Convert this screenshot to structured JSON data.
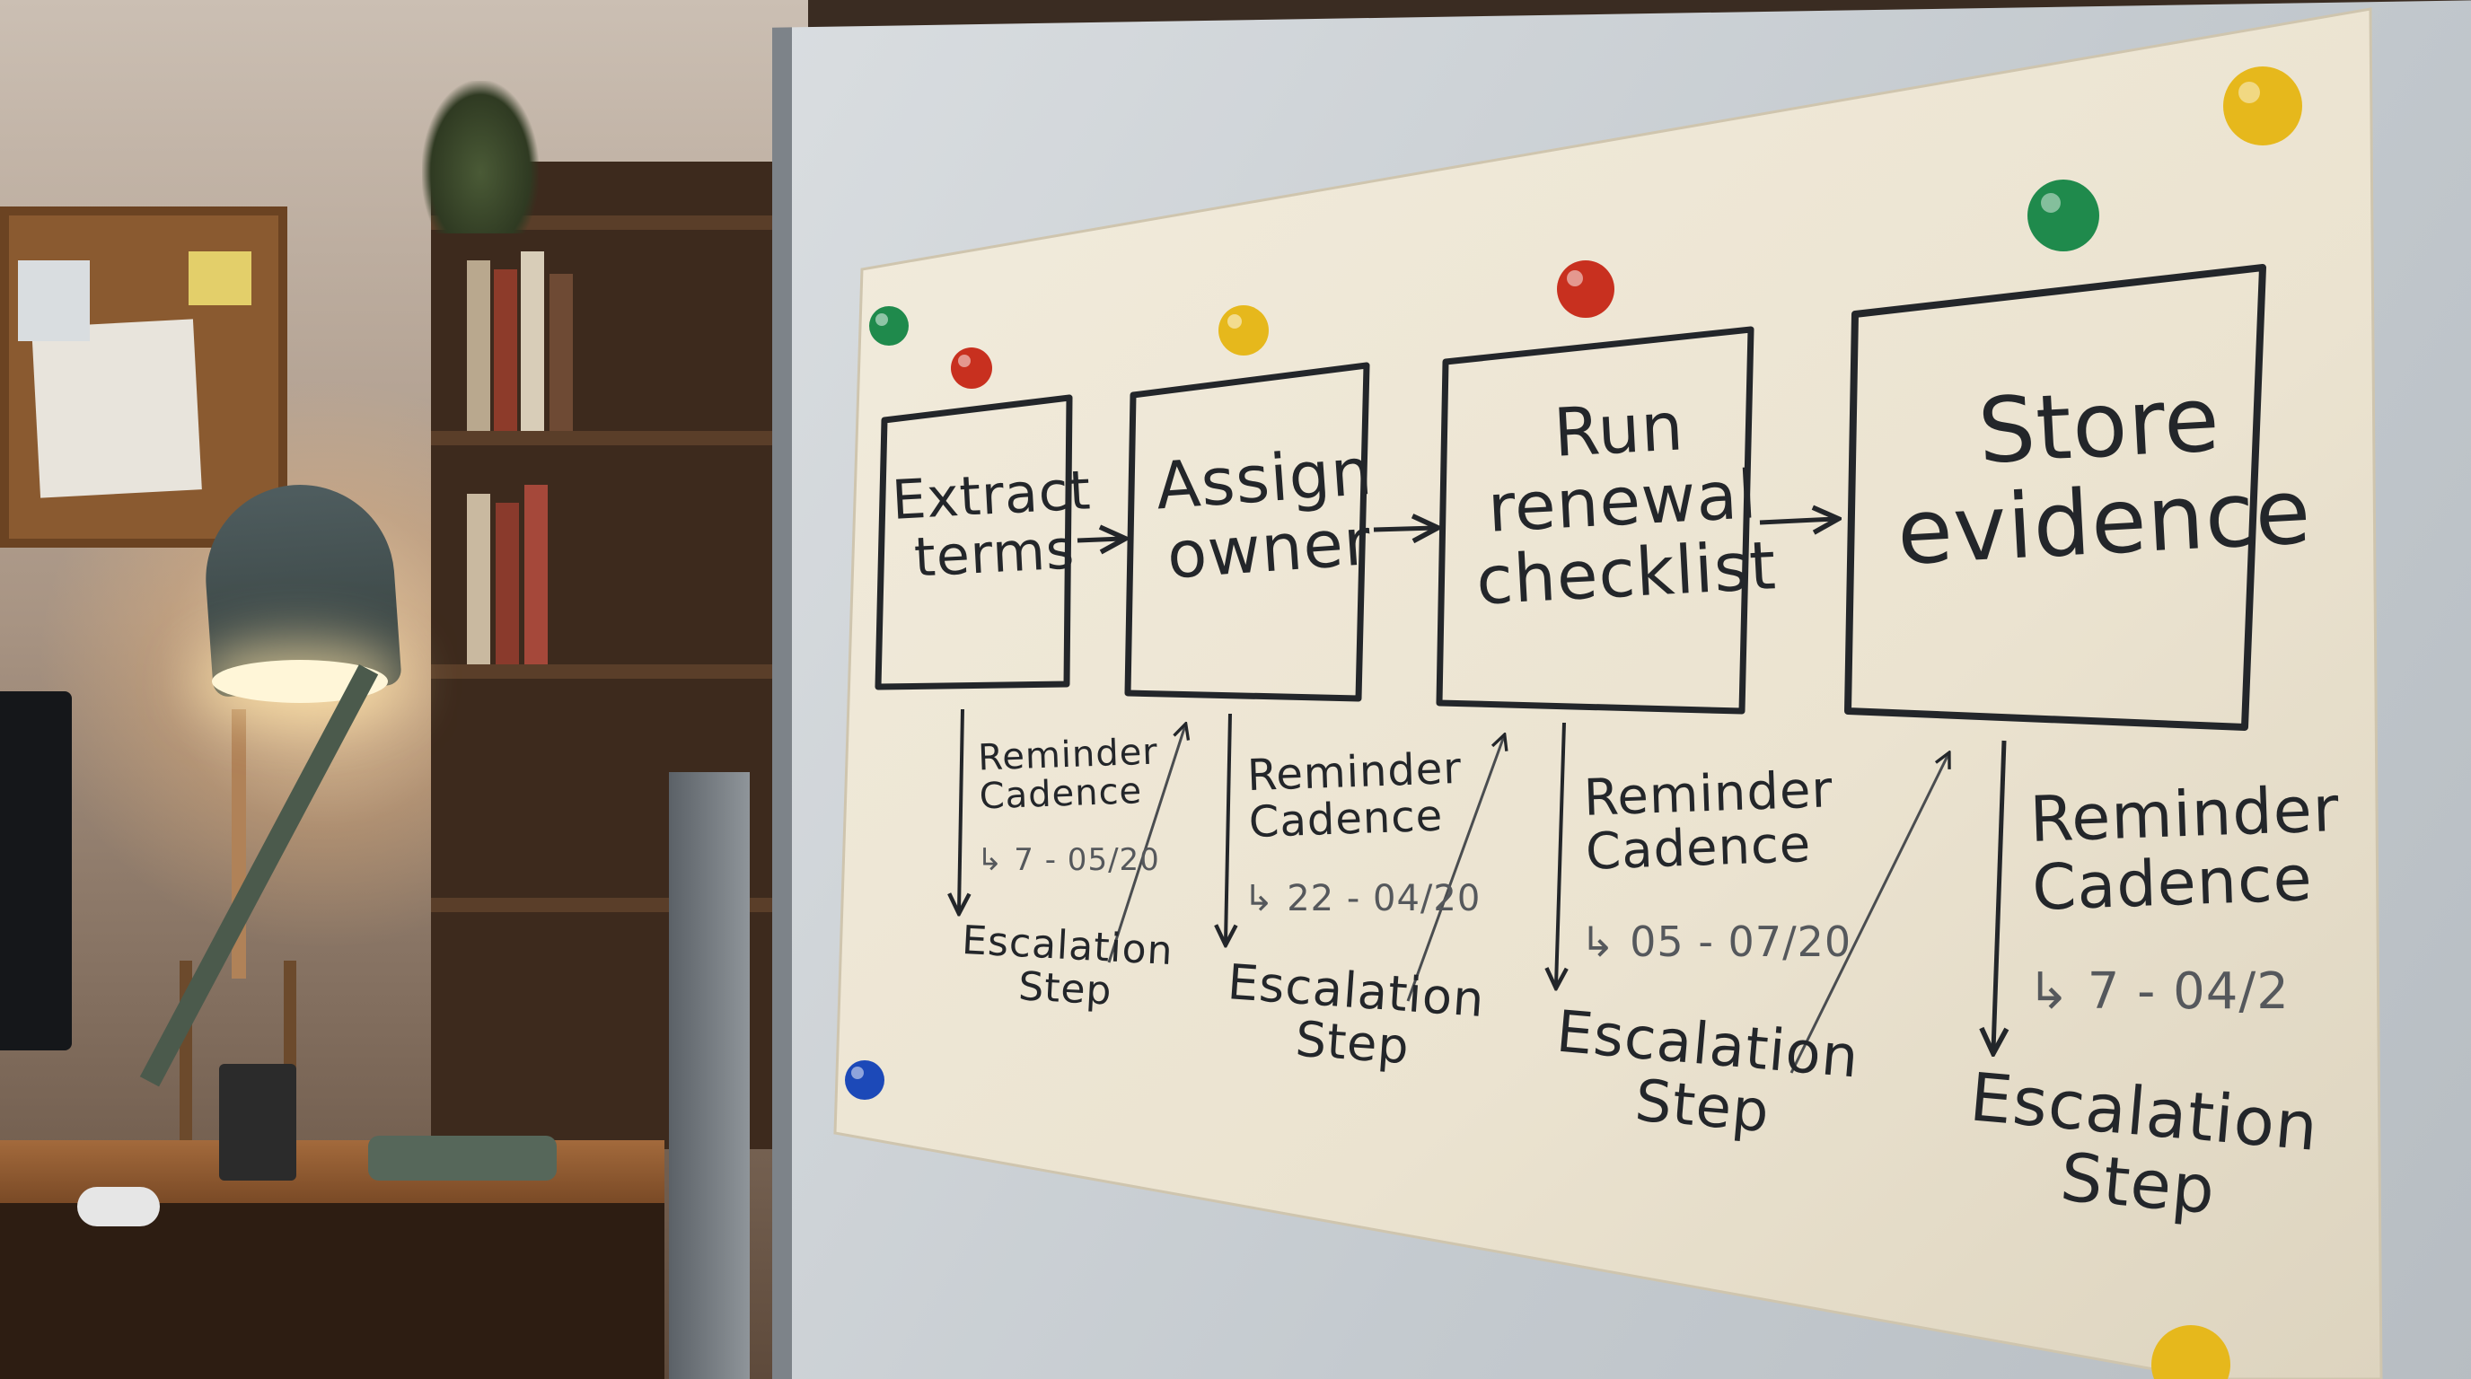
{
  "steps": [
    {
      "title": "Extract terms",
      "lines": [
        "Extract",
        "terms"
      ],
      "reminder": [
        "Reminder",
        "Cadence"
      ],
      "date": "↳ 7 - 05/20",
      "escalation": [
        "Escalation",
        "Step"
      ]
    },
    {
      "title": "Assign owner",
      "lines": [
        "Assign",
        "owner"
      ],
      "reminder": [
        "Reminder",
        "Cadence"
      ],
      "date": "↳ 22 - 04/20",
      "escalation": [
        "Escalation",
        "Step"
      ]
    },
    {
      "title": "Run renewal checklist",
      "lines": [
        "Run",
        "renewal",
        "checklist"
      ],
      "reminder": [
        "Reminder",
        "Cadence"
      ],
      "date": "↳ 05 - 07/20",
      "escalation": [
        "Escalation",
        "Step"
      ]
    },
    {
      "title": "Store evidence",
      "lines": [
        "Store",
        "evidence"
      ],
      "reminder": [
        "Reminder",
        "Cadence"
      ],
      "date": "↳ 7 - 04/2",
      "escalation": [
        "Escalation",
        "Step"
      ]
    }
  ],
  "colors": {
    "paper": "#efe8d8",
    "ink": "#23262a",
    "magnet_green": "#1f8a4c",
    "magnet_red": "#c8301f",
    "magnet_yellow": "#e6b81c",
    "magnet_blue": "#1c49b8"
  }
}
